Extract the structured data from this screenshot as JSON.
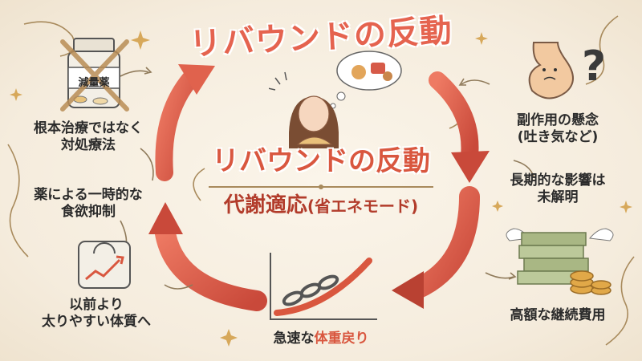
{
  "title": "リバウンドの反動",
  "center": {
    "title": "リバウンドの反動",
    "subtitle_main": "代謝適応",
    "subtitle_paren": "(省エネモード)"
  },
  "badge_label": "減量薬",
  "labels": {
    "fundamental_line1": "根本治療ではなく",
    "fundamental_line2": "対処療法",
    "temp_line1": "薬による一時的な",
    "temp_line2": "食欲抑制",
    "bodytype_line1": "以前より",
    "bodytype_line2": "太りやすい体質へ",
    "side_effect_line1": "副作用の懸念",
    "side_effect_line2": "(吐き気など)",
    "longterm_line1": "長期的な影響は",
    "longterm_line2": "未解明",
    "cost": "高額な継続費用",
    "rebound_prefix": "急速な",
    "rebound_accent": "体重戻り"
  },
  "icons": {
    "pill_bottle": "crossed-pill-bottle-icon",
    "woman": "worried-woman-icon",
    "stomach": "nauseous-stomach-icon",
    "scale": "scale-rising-graph-icon",
    "money": "flying-money-icon",
    "chain": "chain-graph-icon"
  },
  "colors": {
    "arrow": "#e0624d",
    "arrow_dark": "#c9493a",
    "title": "#e5634f",
    "text": "#2b2b2b",
    "accent": "#d9573f"
  }
}
